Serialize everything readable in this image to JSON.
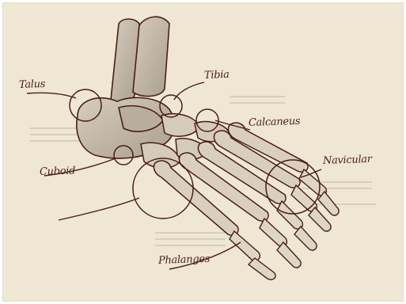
{
  "labels": {
    "talus": "Talus",
    "tibia": "Tibia",
    "calcaneus": "Calcaneus",
    "navicular": "Navicular",
    "cuboid": "Cuboid",
    "phalanges": "Phalanges"
  },
  "colors": {
    "fabric": "#efe7d4",
    "ink": "#4a1d16",
    "bone_fill": "#c9c0b1",
    "bone_shade": "#a99f90"
  }
}
